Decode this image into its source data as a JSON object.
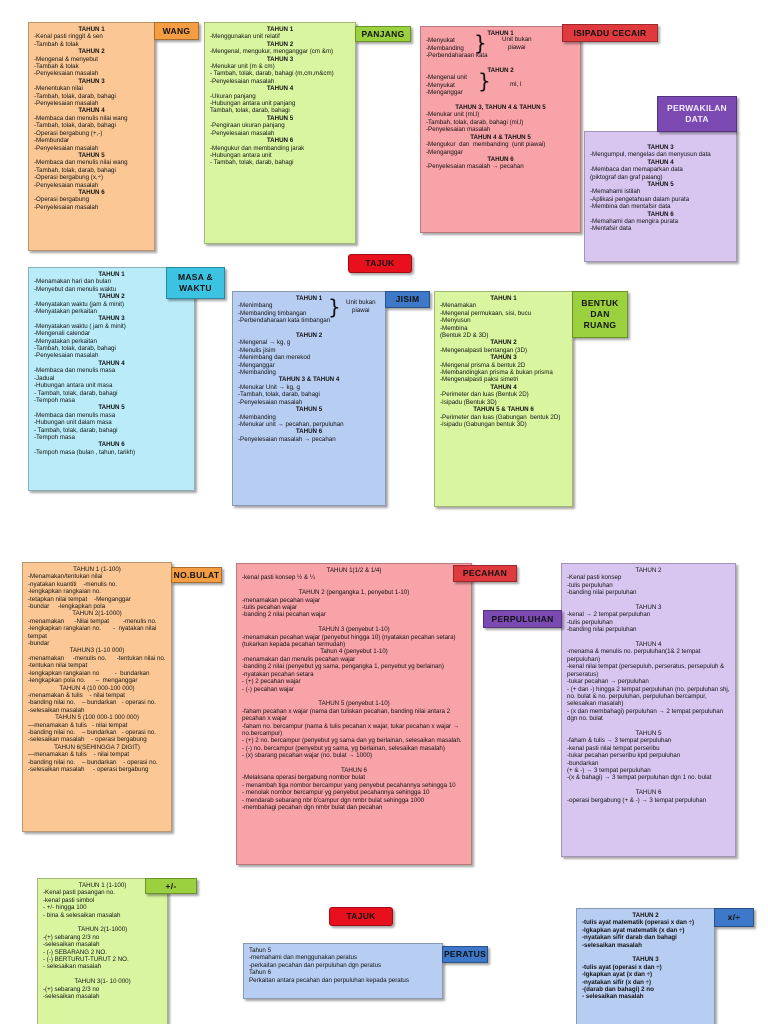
{
  "colors": {
    "orange_box": "#fbc895",
    "orange_label": "#f59d42",
    "green_box": "#d9f5a0",
    "green_label": "#9bd13e",
    "red_box": "#f7a3a8",
    "red_label": "#df3a3e",
    "purple_box": "#d8c6f0",
    "purple_label": "#7a4ab2",
    "cyan_box": "#b9ecf8",
    "cyan_label": "#3cc3e2",
    "blue_box": "#b7cdf2",
    "blue_label": "#3d78c9",
    "tajuk_label": "#e8101c"
  },
  "wang": {
    "label": "WANG",
    "lines": [
      "TAHUN 1",
      "-Kenal pasti ringgit & sen",
      "-Tambah & tolak",
      "TAHUN 2",
      "-Mengenal & menyebut",
      "-Tambah & tolak",
      "-Penyelesaian masalah",
      "TAHUN 3",
      "-Menentukan nilai",
      "-Tambah, tolak, darab, bahagi",
      "-Penyelesaian masalah",
      "TAHUN 4",
      "-Membaca dan menulis nilai wang",
      "-Tambah, tolak, darab, bahagi",
      "-Operasi bergabung (+,-)",
      "-Membundar",
      "-Penyelesaian masalah",
      "TAHUN 5",
      "-Membaca dan menulis nilai wang",
      "-Tambah, tolak, darab, bahagi",
      "-Operasi bergabung (x,÷)",
      "-Penyelesaian masalah",
      "TAHUN 6",
      "-Operasi bergabung",
      "-Penyelesaian masalah"
    ]
  },
  "panjang": {
    "label": "PANJANG",
    "lines": [
      "TAHUN 1",
      "-Menggunakan unit relatif",
      "TAHUN 2",
      "-Mengenal, mengukur, menganggar (cm &m)",
      "TAHUN 3",
      "-Menukar unit (m & cm)",
      "- Tambah, tolak, darab, bahagi (m,cm,m&cm)",
      "-Penyelesaian masalah",
      "TAHUN 4",
      "-Ukuran panjang",
      "-Hubungan antara unit panjang",
      "Tambah, tolak, darab, bahagi",
      "TAHUN 5",
      "-Pengiraan ukuran panjang",
      "-Penyelesaian masalah",
      "TAHUN 6",
      "-Mengukur dan membanding jarak",
      "-Hubungan antara unit",
      "- Tambah, tolak, darab, bahagi"
    ]
  },
  "isipadu": {
    "label": "ISIPADU CECAIR",
    "t1_heading": "TAHUN 1",
    "t1_items": [
      "-Menyukat",
      "-Membanding",
      "-Perbendaharaan kata"
    ],
    "t1_note": "Unit bukan\npiawai",
    "t2_heading": "TAHUN 2",
    "t2_items": [
      "-Mengenal unit",
      "-Menyukat",
      "-Menganggar"
    ],
    "t2_note": "ml, l",
    "rest": [
      "TAHUN 3, TAHUN 4 & TAHUN 5",
      "-Menukar unit (ml,l)",
      "-Tambah, tolak, darab, bahagi (ml,l)",
      "-Penyelesaian masalah",
      "TAHUN 4 & TAHUN 5",
      "-Mengukur  dan  membanding  (unit piawai)",
      "-Menganggar",
      "TAHUN 6",
      "-Penyelesaian masalah → pecahan"
    ]
  },
  "perwakilan": {
    "label": "PERWAKILAN\nDATA",
    "lines": [
      "TAHUN 3",
      "-Mengumpul, mengelas dan menyusun data",
      "TAHUN 4",
      "-Membaca dan memaparkan data",
      "(piktograf dan graf palang)",
      "TAHUN 5",
      "-Memahami istilah",
      "-Aplikasi pengetahuan dalam purata",
      "-Membina dan mentafsir data",
      "TAHUN 6",
      "-Memahami dan mengira purata",
      "-Mentafsir data"
    ]
  },
  "tajuk_top": "TAJUK",
  "masa": {
    "label": "MASA &\nWAKTU",
    "lines": [
      "TAHUN 1",
      "-Menamakan hari dan bulan",
      "-Menyebut dan menulis waktu",
      "TAHUN 2",
      "-Menyatakan waktu (jam & minit)",
      "-Menyatakan perkaitan",
      "TAHUN 3",
      "-Menyatakan waktu ( jam & minit)",
      "-Mengenali calendar",
      "-Menyatakan perkaitan",
      "-Tambah, tolak, darab, bahagi",
      "-Penyelesaian masalah",
      "TAHUN 4",
      "-Membaca dan menulis masa",
      "-Jadual",
      "-Hubungan antara unit masa",
      "- Tambah, tolak, darab, bahagi",
      "-Tempoh masa",
      "TAHUN 5",
      "-Membaca dan menulis masa",
      "-Hubungan unit dalam masa",
      "- Tambah, tolak, darab, bahagi",
      "-Tempoh masa",
      "TAHUN 6",
      "-Tempoh masa (bulan , tahun, tarikh)"
    ]
  },
  "jisim": {
    "label": "JISIM",
    "t1_heading": "TAHUN 1",
    "t1_items": [
      "-Menimbang",
      "-Membanding timbangan",
      "-Perbendaharaan kata timbangan"
    ],
    "t1_note": "Unit bukan\npiawai",
    "rest": [
      "TAHUN 2",
      "-Mengenal → kg, g",
      "-Menulis jisim",
      "-Menimbang dan merekod",
      "-Menganggar",
      "-Membanding",
      "TAHUN 3 & TAHUN 4",
      "-Menukar Unit → kg, g",
      "-Tambah, tolak, darab, bahagi",
      "-Penyelesaian masalah",
      "TAHUN 5",
      "-Membanding",
      "-Menukar unit → pecahan, perpuluhan",
      "TAHUN 6",
      "-Penyelesaian masalah → pecahan"
    ]
  },
  "bentuk": {
    "label": "BENTUK\nDAN\nRUANG",
    "lines": [
      "TAHUN 1",
      "-Menamakan",
      "-Mengenal permukaan, sisi, bucu",
      "-Menyusun",
      "-Membina",
      "(Bentuk 2D & 3D)",
      "TAHUN 2",
      "-Mengenalpasti bentangan (3D)",
      "TAHUN 3",
      "-Mengenal prisma & bentuk 2D",
      "-Membandingkan prisma & bukan prisma",
      "-Mengenalpasti paksi simetri",
      "TAHUN 4",
      "-Perimeter dan luas (Bentuk 2D)",
      "-Isipadu (Bentuk 3D)",
      "TAHUN 5 & TAHUN 6",
      "-Perimeter dan luas (Gabungan  bentuk 2D)",
      "-Isipadu (Gabungan bentuk 3D)"
    ]
  },
  "nobulat": {
    "label": "NO.BULAT",
    "lines": [
      "TAHUN 1 (1-100)",
      "-Menamakan/tentukan nilai",
      "-nyatakan kuantiti    -menulis no.",
      "-lengkapkan rangkaian no.",
      "-tetapkan nilai tempat    -Menganggar",
      "-bundar     -lengkapkan pola",
      "TAHUN 2(1-1000)",
      "-menamakan      -Nilai tempat        -menulis no.",
      "-lengkapkan rangkaian no.       -  nyatakan nilai tempat",
      "-bundar",
      "TAHUN3 (1-10 000)",
      "-menamakan     -menulis no.      -tentukan nilai no.",
      "-tentukan nilai tempat",
      "-lengkapkan rangkaian no         -  bundarkan",
      "-lengkapkan pola no.      –  menganggar",
      "TAHUN 4 (10 000-100 000)",
      "-menamakan & tulis    - nilai tempat",
      "-banding nilai no.    – bundarkan   - operasi no.",
      "-selesaikan masalah",
      "TAHUN 5 (100 000-1 000 000)",
      "—menamakan & tulis   - nilai tempat",
      "-banding nilai no.    – bundarkan   - operasi no.",
      "-selesaikan masalah    - operasi bergabung",
      "TAHUN 6(SEHINGGA 7 DIGIT)",
      "—menamakan & tulis    - nilai tempat",
      "-banding nilai no.    – bundarkan    - operasi no.",
      "-selesaikan masalah     - operasi bergabung"
    ]
  },
  "pecahan": {
    "label": "PECAHAN",
    "lines": [
      "TAHUN 1(1/2 & 1/4)",
      "-kenal pasti konsep ½ & ¼",
      "",
      "TAHUN 2 (pengangka 1, penyebut 1-10)",
      "-menamakan pecahan wajar",
      "-tulis pecahan wajar",
      "-banding 2 nilai pecahan wajar",
      "",
      "TAHUN 3 (penyebut 1-10)",
      "-menamakan pecahan wajar (penyebut hingga 10) (nyatakan pecahan setara) (tukarkan kepada pecahan termudah)",
      "Tahun 4 (penyebut 1-10)",
      "-menamakan dan menulis pecahan wajar",
      "-banding 2 nilai (penyebut yg sama, pengangka 1, penyebut yg berlainan)",
      "-nyatakan pecahan setara",
      "- (+) 2 pecahan wajar",
      "- (-) pecahan wajar",
      "",
      "TAHUN 5 (penyebut 1-10)",
      "-faham pecahan x wajar (nama dan tuliskan pecahan, banding nilai antara 2 pecahan x wajar",
      "-faham no. bercampur (nama & tulis pecahan x wajar, tukar pecahan x wajar → no.bercampur)",
      "- (+) 2 no. bercampur (penyebut yg sama dan yg berlainan, selesaikan masalah.",
      "- (-) no. bercampur (penyebut yg sama, yg berlainan, selesaikan masalah)",
      "- (x) sbarang pecahan wajar (no. bulat → 1000)",
      "",
      "TAHUN 6",
      "-Melaksana operasi bergabung nombor bulat",
      "- menambah tiga nombor bercampur yang penyebut pecahannya sehingga 10",
      "- menolak nombor bercampur yg penyebut pecahannya sehingga 10",
      "- mendarab sebarang nbr b'campur dgn nmbr bulat sehingga 1000",
      "-membahagi pecahan dgn nmbr bulat dan pecahan"
    ]
  },
  "perpuluhan": {
    "label": "PERPULUHAN",
    "lines": [
      "TAHUN 2",
      "-Kenal pasti konsep",
      "-tulis perpuluhan",
      "-banding nilai perpuluhan",
      "",
      "TAHUN 3",
      "-kenal → 2 tempat perpuluhan",
      "-tulis perpuluhan",
      "-banding nilai perpuluhan",
      "",
      "TAHUN 4",
      "-menama & menulis no. perpuluhan(1& 2 tempat perpuluhan)",
      "-kenal nilai tempat (persepuluh, perseratus, persepuluh & perseratus)",
      "-tukar pecahan → perpuluhan",
      "- (+ dan -) hingga 2 tempat perpuluhan (no. perpuluhan shj, no. bulat & no. perpuluhan, perpuluhan bercampur, selesaikan masalah)",
      "- (x dan membahagi) perpuluhan → 2 tempat perpuluhan dgn no. bulat",
      "",
      "TAHUN 5",
      "-faham & tulis → 3 tempat perpuluhan",
      "-kenal pasti nilai tempat perseribu",
      "-tukar pecahan perseribu kpd perpuluhan",
      "-bundarkan",
      "(+ & -) → 3 tempat perpuluhan",
      "-(x & bahagi) → 3 tempat perpuluhan dgn 1 no. bulat",
      "",
      "TAHUN 6",
      "-operasi bergabung (+ & -) → 3 tempat perpuluhan"
    ]
  },
  "tambahtolak": {
    "label": "+/-",
    "lines": [
      "TAHUN 1 (1-100)",
      "-Kenal pasti pasangan no.",
      "-kenal pasti simbol",
      "- +/- hingga 100",
      "- bina & selesaikan masalah",
      "",
      "TAHUN 2(1-1000)",
      "-(+) sebarang 2/3 no",
      "-selesaikan masalah",
      "- (-) SEBARANG 2 NO.",
      "- (-) BERTURUT-TURUT 2 NO.",
      "- selesaikan masalah",
      "",
      "TAHUN 3(1- 10 000)",
      "-(+) sebarang 2/3 no",
      "-selesaikan masalah"
    ]
  },
  "tajuk_bottom": "TAJUK",
  "peratus": {
    "label": "PERATUS",
    "lines": [
      "Tahun 5",
      "-memahami dan menggunakan peratus",
      "-perkaitan pecahan dan perpuluhan dgn peratus",
      "Tahun 6",
      "Perkaitan antara pecahan dan perpuluhan kepada peratus"
    ]
  },
  "darabbahagi": {
    "label": "x/÷",
    "lines": [
      "TAHUN 2",
      "-tulis ayat matematik (operasi x dan ÷)",
      "-lgkapkan ayat matematik (x dan ÷)",
      "-nyatakan sifir darab dan bahagi",
      "-selesaikan masalah",
      "",
      "TAHUN 3",
      "-tulis ayat (operasi x dan ÷)",
      "-lgkapkan ayat (x dan ÷)",
      "-nyatakan sifir (x dan ÷)",
      "-(darab dan bahagi) 2 no",
      "- selesaikan masalah"
    ]
  }
}
